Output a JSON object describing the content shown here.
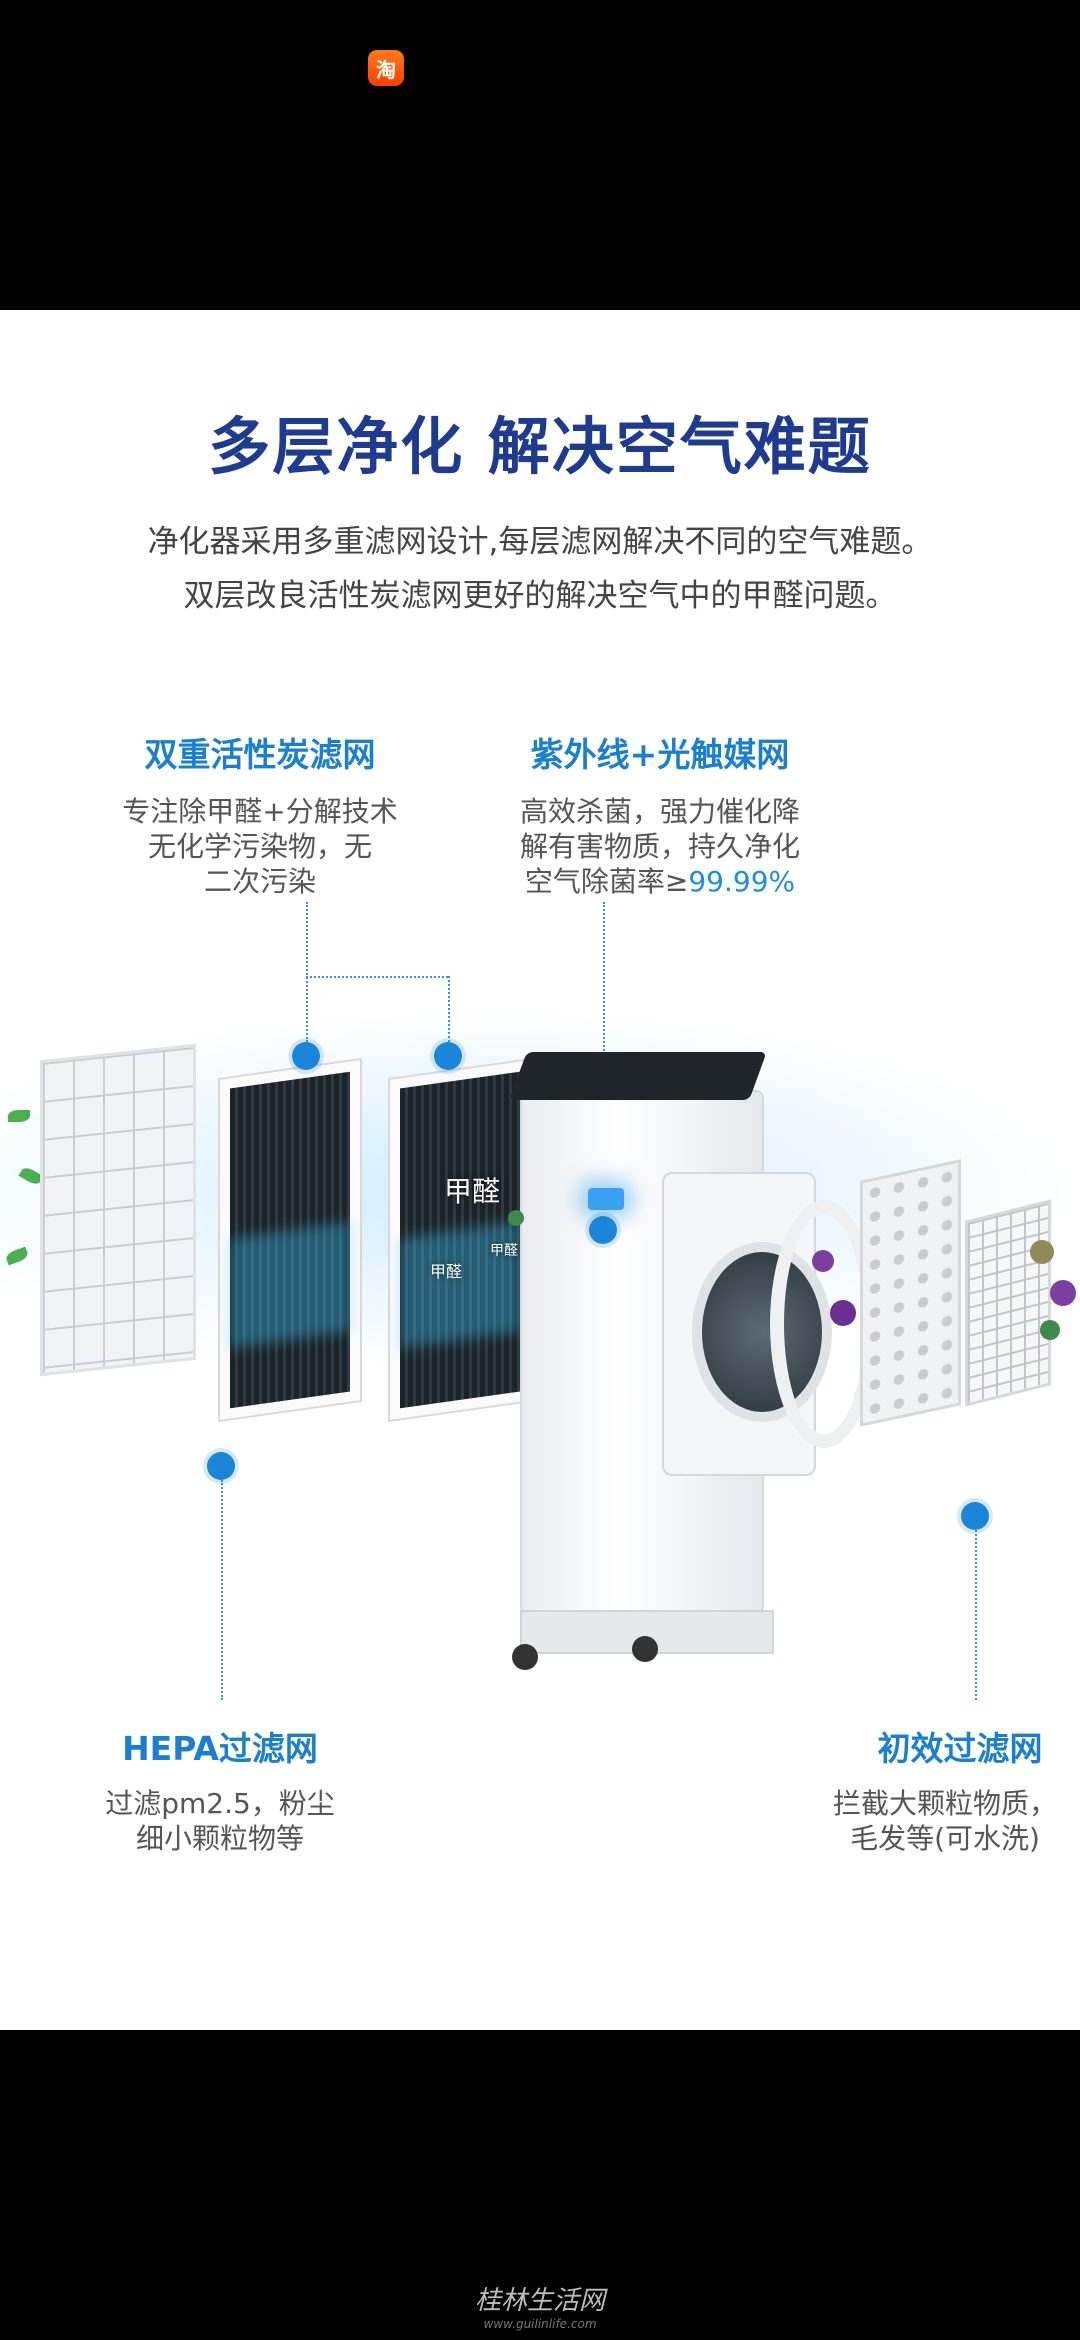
{
  "app": {
    "icon_char": "淘"
  },
  "header": {
    "title": "多层净化 解决空气难题",
    "subtitle_line1": "净化器采用多重滤网设计,每层滤网解决不同的空气难题。",
    "subtitle_line2": "双层改良活性炭滤网更好的解决空气中的甲醛问题。"
  },
  "labels": {
    "carbon": {
      "title": "双重活性炭滤网",
      "desc": [
        "专注除甲醛+分解技术",
        "无化学污染物，无",
        "二次污染"
      ]
    },
    "uv": {
      "title": "紫外线+光触媒网",
      "desc": [
        "高效杀菌，强力催化降",
        "解有害物质，持久净化"
      ],
      "desc3_prefix": "空气除菌率≥",
      "desc3_highlight": "99.99%"
    },
    "hepa": {
      "title": "HEPA过滤网",
      "desc": [
        "过滤pm2.5，粉尘",
        "细小颗粒物等"
      ]
    },
    "prefilter": {
      "title": "初效过滤网",
      "desc": [
        "拦截大颗粒物质，",
        "毛发等(可水洗)"
      ]
    }
  },
  "illustration_tags": {
    "hcho_big": "甲醛",
    "hcho_small1": "甲醛",
    "hcho_small2": "甲醛"
  },
  "watermark": {
    "text": "桂林生活网",
    "url": "www.guilinlife.com"
  },
  "colors": {
    "title_blue": "#1f3b8f",
    "label_blue": "#1b7fd0",
    "accent_blue": "#1b86d8"
  }
}
